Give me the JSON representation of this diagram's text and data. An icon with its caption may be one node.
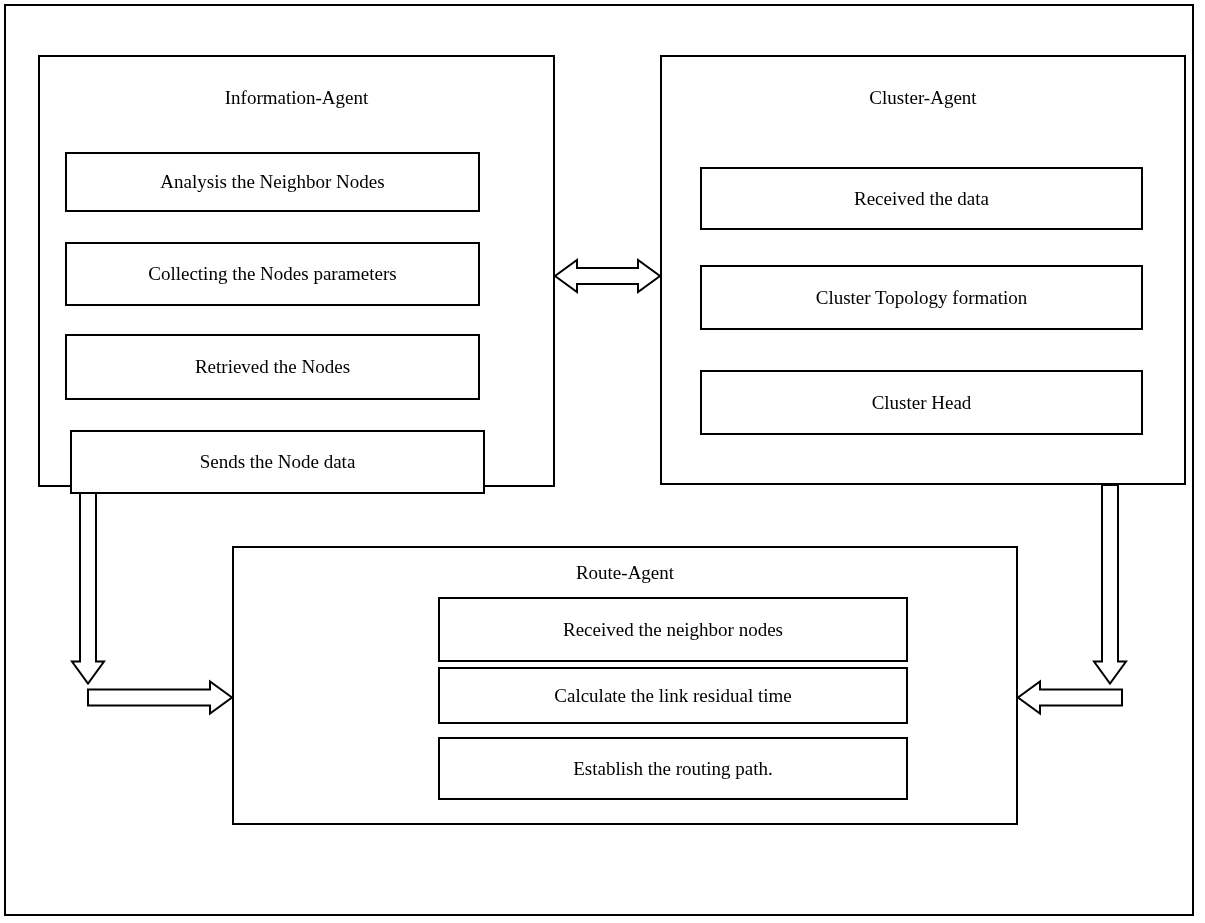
{
  "diagram": {
    "nodes": [
      {
        "text": [
          "Information-Agent"
        ]
      },
      {
        "text": [
          "Analysis the Neighbor Nodes"
        ],
        "in": 0
      },
      {
        "text": [
          "Collecting the Nodes parameters"
        ],
        "in": 0
      },
      {
        "text": [
          "Retrieved the Nodes"
        ],
        "in": 0
      },
      {
        "text": [
          "Sends the Node data"
        ],
        "in": 0
      },
      {
        "text": [
          "Cluster-Agent"
        ]
      },
      {
        "text": [
          "Received the data"
        ],
        "in": 5
      },
      {
        "text": [
          "Cluster Topology formation"
        ],
        "in": 5
      },
      {
        "text": [
          "Cluster Head"
        ],
        "in": 5
      },
      {
        "text": [
          "Route-Agent"
        ]
      },
      {
        "text": [
          "Received the neighbor nodes"
        ],
        "in": 9
      },
      {
        "text": [
          "Calculate the link residual time"
        ],
        "in": 9
      },
      {
        "text": [
          "Establish the routing path."
        ],
        "in": 9
      }
    ],
    "edges": [
      {
        "from": 0,
        "to": 5,
        "arrow": "both"
      },
      {
        "from": 0,
        "to": 9,
        "arrow": "to"
      },
      {
        "from": 5,
        "to": 9,
        "arrow": "to"
      }
    ]
  }
}
